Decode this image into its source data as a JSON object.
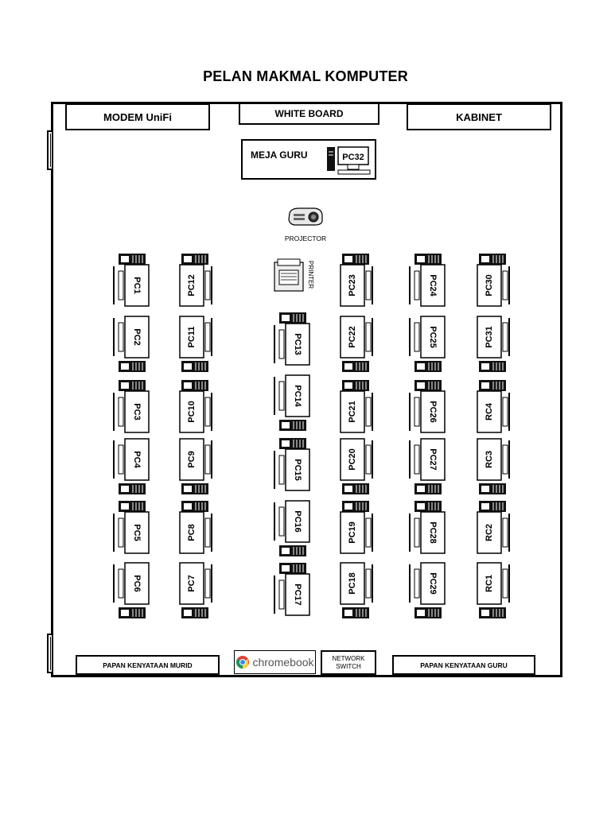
{
  "title": "PELAN MAKMAL KOMPUTER",
  "front": {
    "modem": "MODEM UniFi",
    "whiteboard": "WHITE BOARD",
    "cabinet": "KABINET",
    "teacher_desk": "MEJA GURU",
    "teacher_pc": "PC32",
    "projector": "PROJECTOR",
    "printer": "PRINTER"
  },
  "back": {
    "student_board": "PAPAN KENYATAAN MURID",
    "chromebook": "chromebook",
    "network_switch": "NETWORK SWITCH",
    "teacher_board": "PAPAN KENYATAAN GURU"
  },
  "colors": {
    "line": "#000000",
    "tower": "#111111",
    "background": "#ffffff"
  },
  "columns": [
    {
      "id": "col-1",
      "facing": "right",
      "stations": [
        "PC1",
        "PC2",
        "PC3",
        "PC4",
        "PC5",
        "PC6"
      ]
    },
    {
      "id": "col-2",
      "facing": "left",
      "stations": [
        "PC12",
        "PC11",
        "PC10",
        "PC9",
        "PC8",
        "PC7"
      ]
    },
    {
      "id": "col-3",
      "facing": "right",
      "stations": [
        "PC13",
        "PC14",
        "PC15",
        "PC16",
        "PC17"
      ]
    },
    {
      "id": "col-4",
      "facing": "left",
      "stations": [
        "PC23",
        "PC22",
        "PC21",
        "PC20",
        "PC19",
        "PC18"
      ]
    },
    {
      "id": "col-5",
      "facing": "right",
      "stations": [
        "PC24",
        "PC25",
        "PC26",
        "PC27",
        "PC28",
        "PC29"
      ]
    },
    {
      "id": "col-6",
      "facing": "left",
      "stations": [
        "PC30",
        "PC31",
        "RC4",
        "RC3",
        "RC2",
        "RC1"
      ]
    }
  ]
}
